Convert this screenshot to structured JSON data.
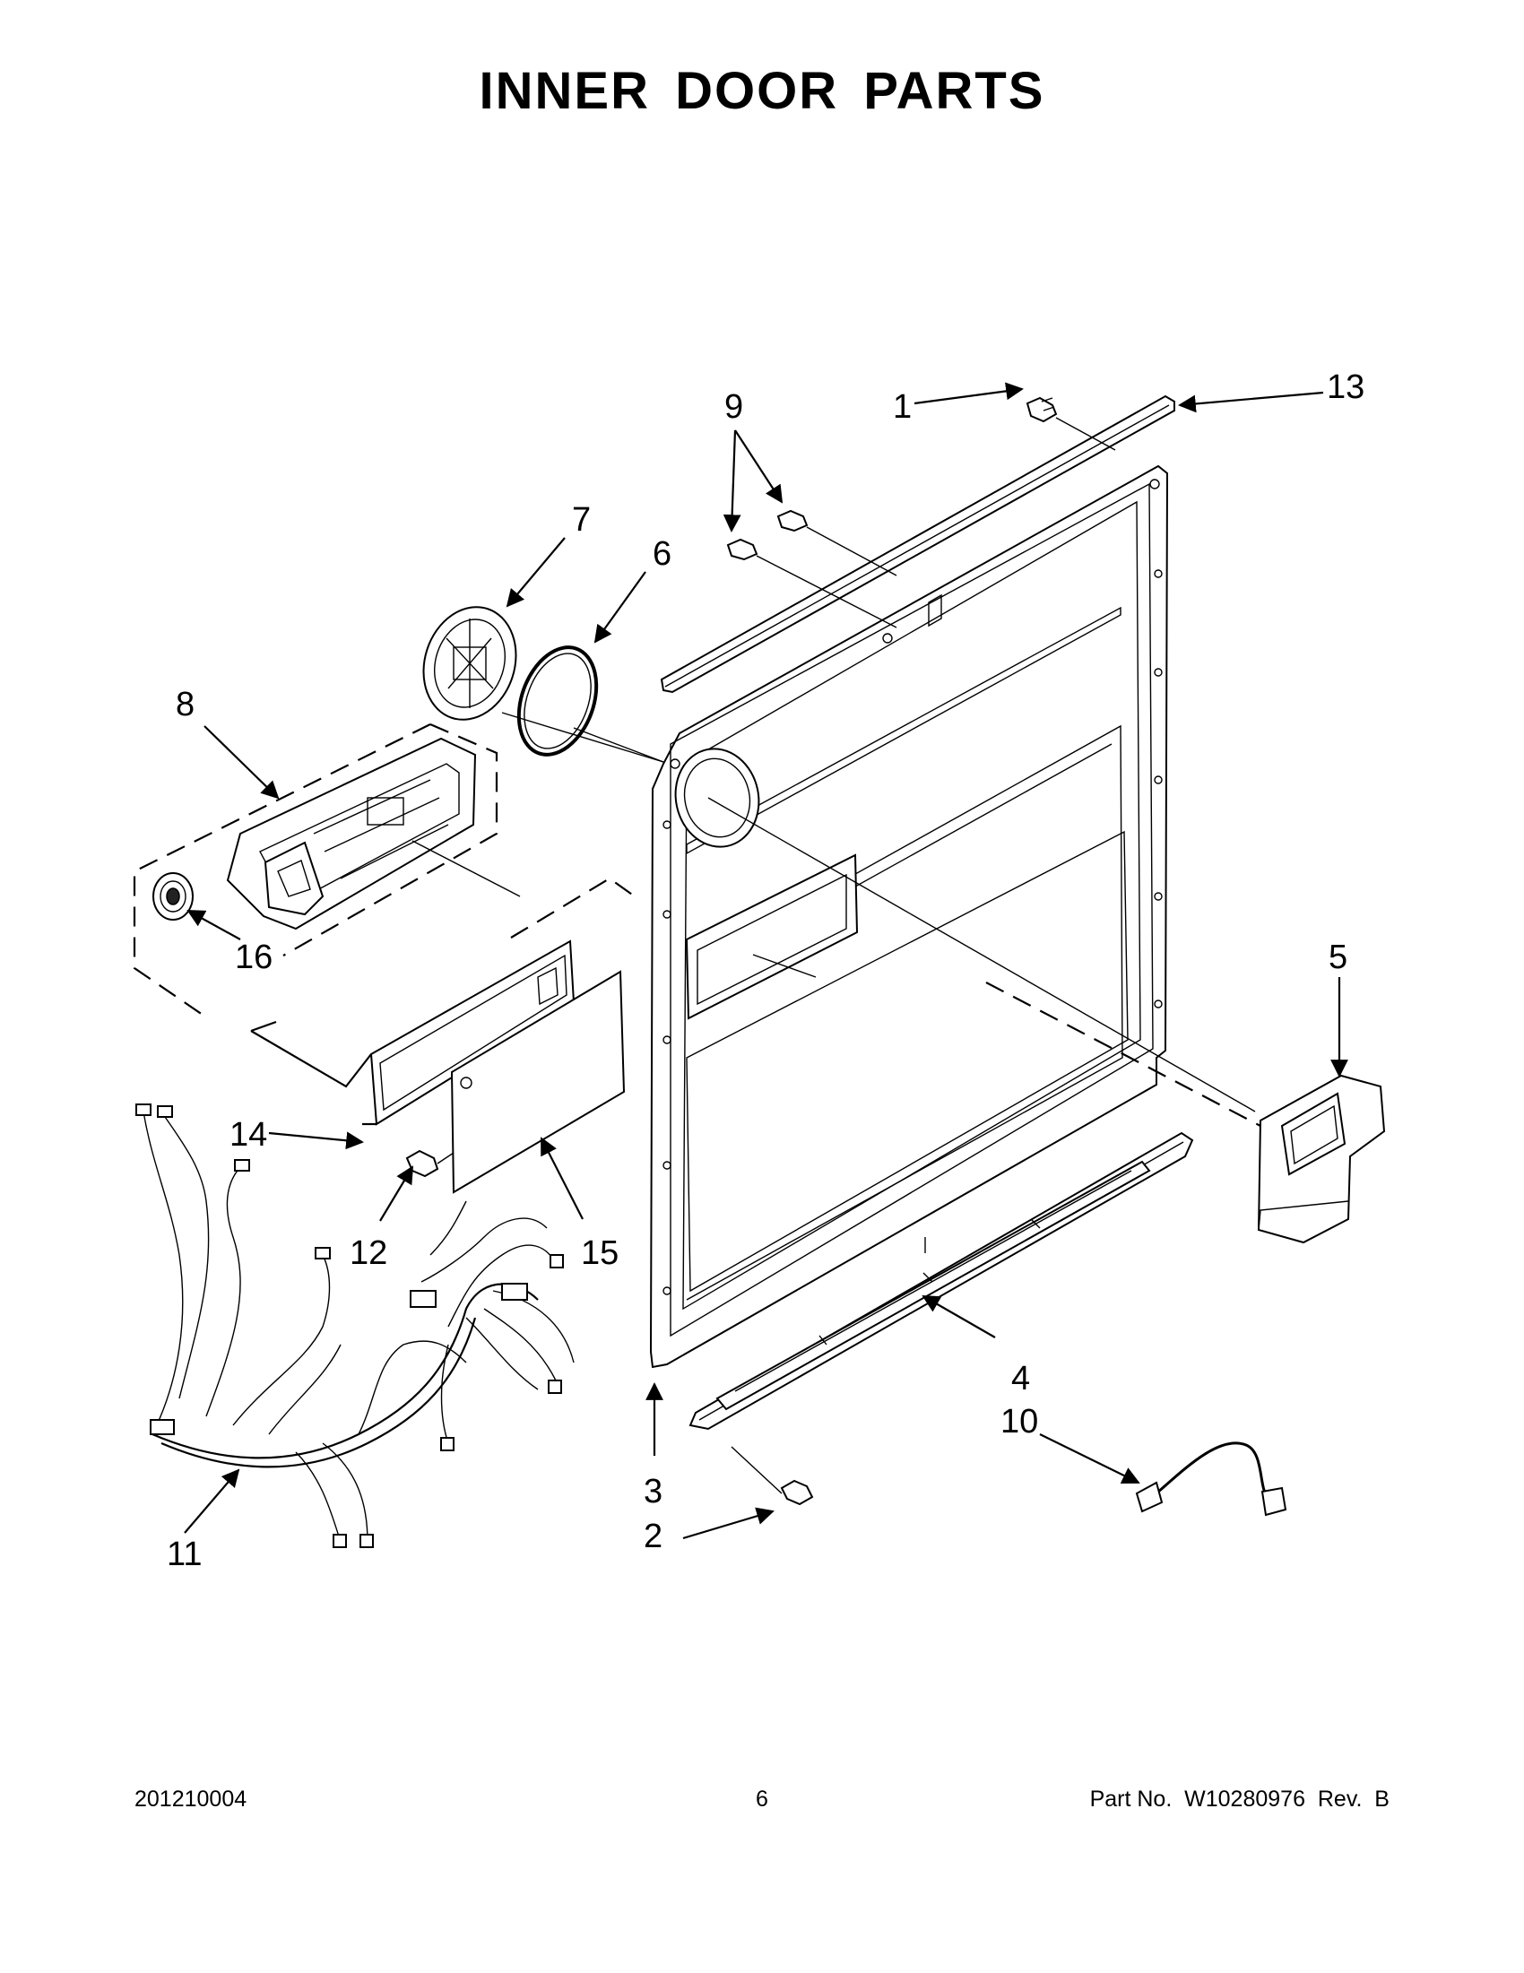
{
  "title": "INNER DOOR PARTS",
  "callouts": {
    "c1": "1",
    "c2": "2",
    "c3": "3",
    "c4": "4",
    "c5": "5",
    "c6": "6",
    "c7": "7",
    "c8": "8",
    "c9": "9",
    "c10": "10",
    "c11": "11",
    "c12": "12",
    "c13": "13",
    "c14": "14",
    "c15": "15",
    "c16": "16"
  },
  "footer": {
    "doc_number": "201210004",
    "page_number": "6",
    "part_number": "Part No.  W10280976  Rev.  B"
  }
}
